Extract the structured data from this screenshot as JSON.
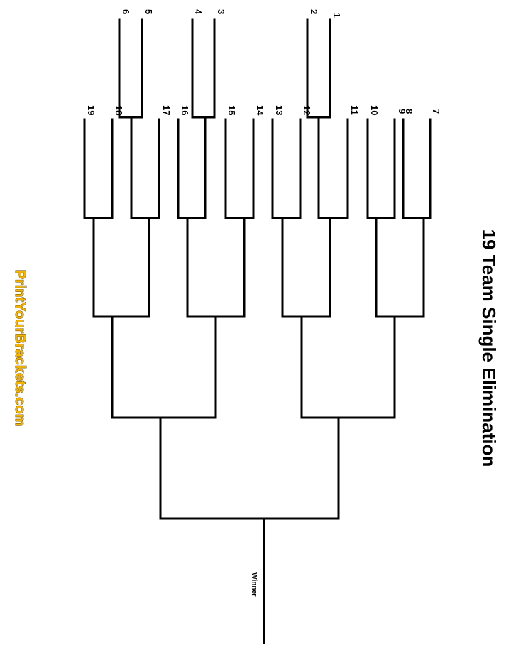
{
  "title": "19 Team Single Elimination",
  "winner_label": "Winner",
  "brand": "PrintYourBrackets.com",
  "colors": {
    "brand_fill": "#f4b400",
    "brand_outline": "#5a3c00",
    "lines": "#000000"
  },
  "seeds": [
    "1",
    "2",
    "3",
    "4",
    "5",
    "6",
    "7",
    "8",
    "9",
    "10",
    "11",
    "12",
    "13",
    "14",
    "15",
    "16",
    "17",
    "18",
    "19"
  ]
}
